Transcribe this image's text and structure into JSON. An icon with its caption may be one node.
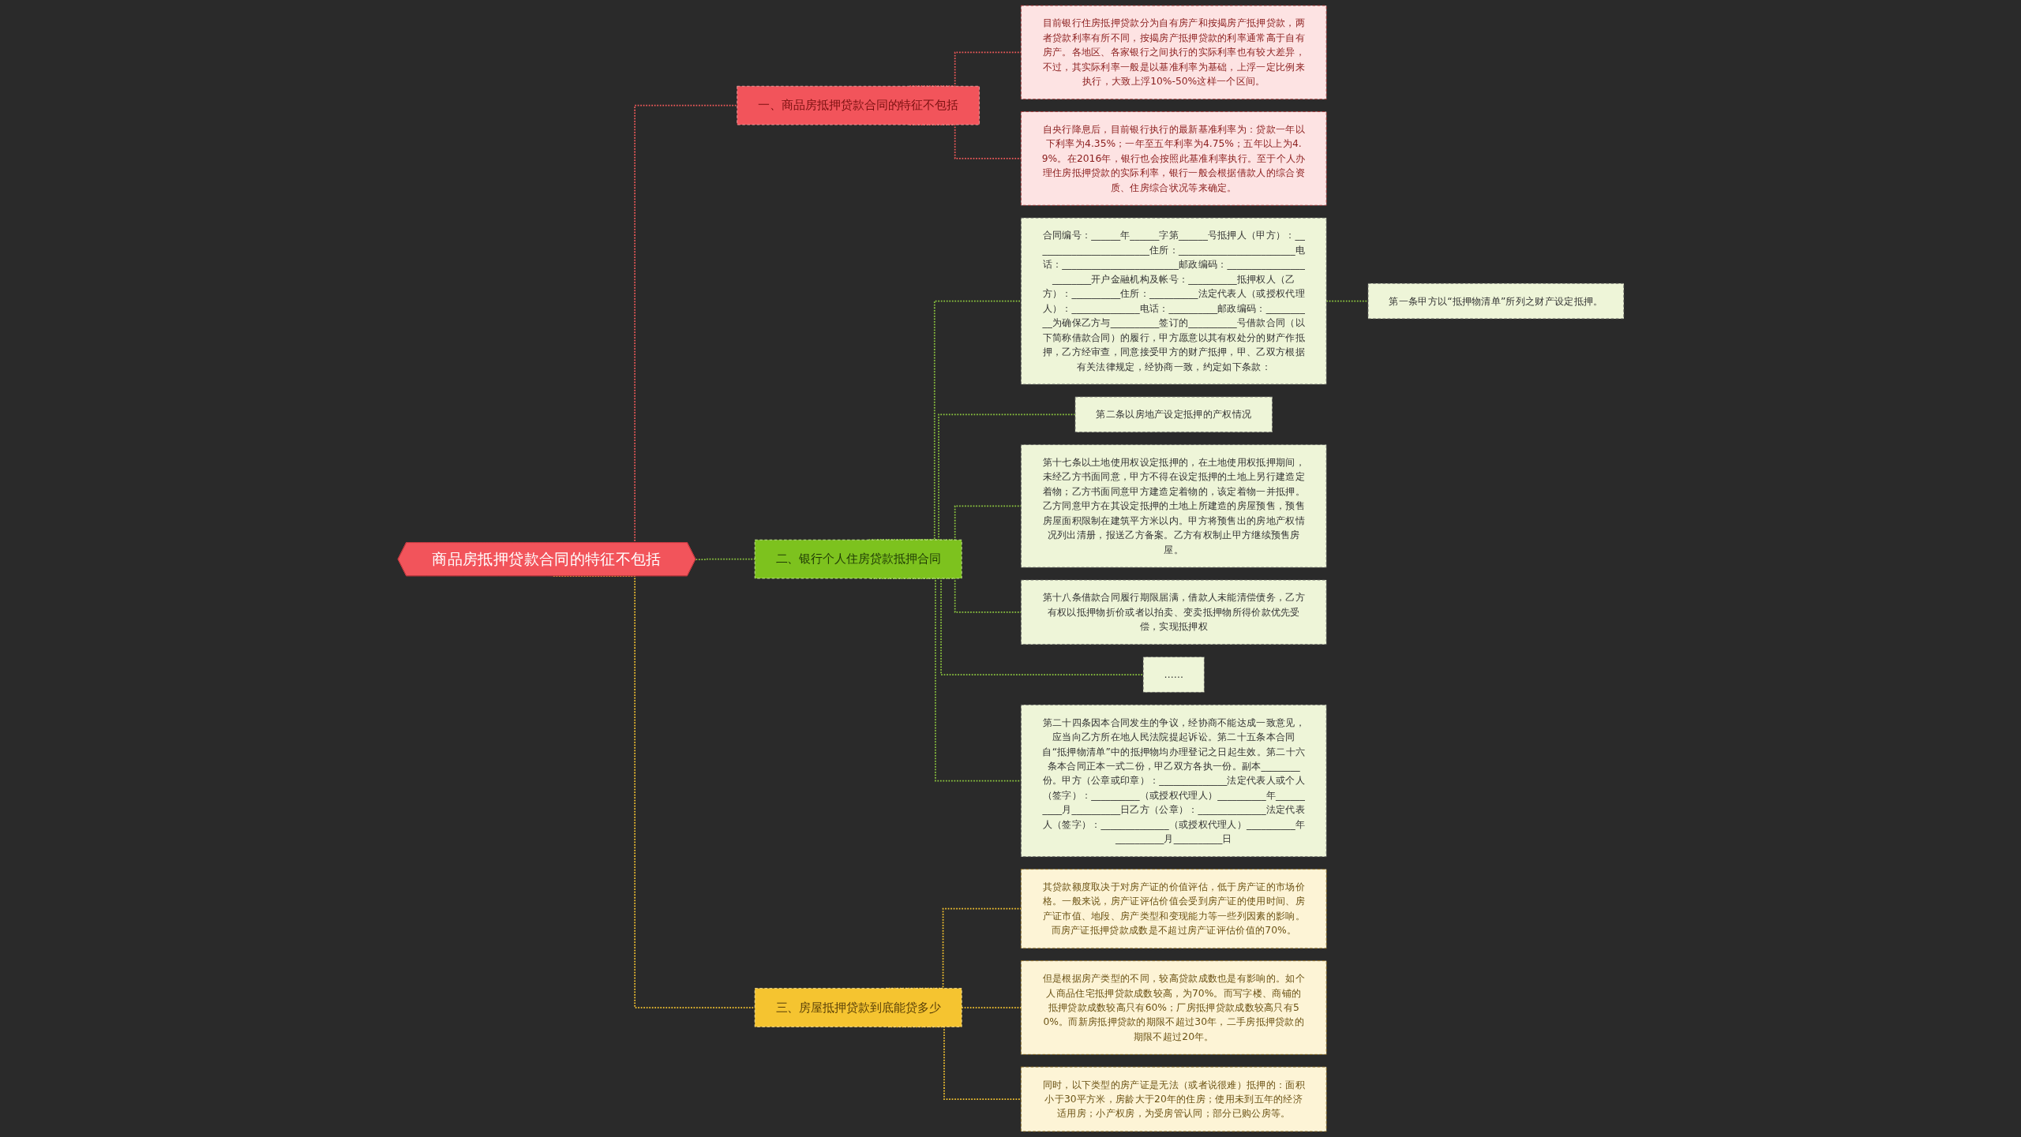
{
  "diagram": {
    "nodes": [
      {
        "text": [
          "商品房抵押贷款合同的特征不包括"
        ]
      },
      {
        "text": [
          "一、商品房抵押贷款合同的特征不包括"
        ]
      },
      {
        "text": [
          "目前银行住房抵押贷款分为自有房产和按揭房产抵押贷款，两者贷款利率有所不同，按揭房产抵押贷款的利率通常高于自有房产。各地区、各家银行之间执行的实际利率也有较大差异，不过，其实际利率一般是以基准利率为基础，上浮一定比例来执行，大致上浮10%-50%这样一个区间。"
        ]
      },
      {
        "text": [
          "自央行降息后，目前银行执行的最新基准利率为：贷款一年以下利率为4.35%；一年至五年利率为4.75%；五年以上为4.9%。在2016年，银行也会按照此基准利率执行。至于个人办理住房抵押贷款的实际利率，银行一般会根据借款人的综合资质、住房综合状况等来确定。"
        ]
      },
      {
        "text": [
          "二、银行个人住房贷款抵押合同"
        ]
      },
      {
        "text": [
          "合同编号：______年______字第______号抵押人（甲方）：________________________住所：________________________电话：________________________邮政编码：________________________开户金融机构及帐号：__________抵押权人（乙方）：__________住所：__________法定代表人（或授权代理人）：______________电话：__________邮政编码：__________为确保乙方与__________签订的__________号借款合同（以下简称借款合同）的履行，甲方愿意以其有权处分的财产作抵押，乙方经审查，同意接受甲方的财产抵押，甲、乙双方根据有关法律规定，经协商一致，约定如下条款："
        ]
      },
      {
        "text": [
          "第一条甲方以“抵押物清单”所列之财产设定抵押。"
        ]
      },
      {
        "text": [
          "第二条以房地产设定抵押的产权情况"
        ]
      },
      {
        "text": [
          "第十七条以土地使用权设定抵押的，在土地使用权抵押期间，未经乙方书面同意，甲方不得在设定抵押的土地上另行建造定着物；乙方书面同意甲方建造定着物的，该定着物一并抵押。乙方同意甲方在其设定抵押的土地上所建造的房屋预售，预售房屋面积限制在建筑平方米以内。甲方将预售出的房地产权情况列出清册，报送乙方备案。乙方有权制止甲方继续预售房屋。"
        ]
      },
      {
        "text": [
          "第十八条借款合同履行期限届满，借款人未能清偿债务，乙方有权以抵押物折价或者以拍卖、变卖抵押物所得价款优先受偿，实现抵押权"
        ]
      },
      {
        "text": [
          "……"
        ]
      },
      {
        "text": [
          "第二十四条因本合同发生的争议，经协商不能达成一致意见，应当向乙方所在地人民法院提起诉讼。第二十五条本合同自“抵押物清单”中的抵押物均办理登记之日起生效。第二十六条本合同正本一式二份，甲乙双方各执一份。副本________份。甲方（公章或印章）：______________法定代表人或个人（签字）：__________（或授权代理人）__________年__________月__________日乙方（公章）：______________法定代表人（签字）：______________（或授权代理人）__________年__________月__________日"
        ]
      },
      {
        "text": [
          "三、房屋抵押贷款到底能贷多少"
        ]
      },
      {
        "text": [
          "其贷款额度取决于对房产证的价值评估，低于房产证的市场价格。一般来说，房产证评估价值会受到房产证的使用时间、房产证市值、地段、房产类型和变现能力等一些列因素的影响。而房产证抵押贷款成数是不超过房产证评估价值的70%。"
        ]
      },
      {
        "text": [
          "但是根据房产类型的不同，较高贷款成数也是有影响的。如个人商品住宅抵押贷款成数较高，为70%。而写字楼、商铺的抵押贷款成数较高只有60%；厂房抵押贷款成数较高只有50%。而新房抵押贷款的期限不超过30年，二手房抵押贷款的期限不超过20年。"
        ]
      },
      {
        "text": [
          "同时，以下类型的房产证是无法（或者说很难）抵押的：面积小于30平方米，房龄大于20年的住房；使用未到五年的经济适用房；小产权房，为受房管认同；部分已购公房等。"
        ]
      }
    ],
    "edges": [
      {
        "from": 0,
        "to": 1,
        "arrow": "none",
        "style": "dashed",
        "color": "#f05a5a"
      },
      {
        "from": 1,
        "to": 2,
        "arrow": "none",
        "style": "dashed",
        "color": "#f05a5a"
      },
      {
        "from": 1,
        "to": 3,
        "arrow": "none",
        "style": "dashed",
        "color": "#f05a5a"
      },
      {
        "from": 0,
        "to": 4,
        "arrow": "none",
        "style": "dashed"
      },
      {
        "from": 4,
        "to": 5,
        "arrow": "none",
        "style": "dashed"
      },
      {
        "from": 5,
        "to": 6,
        "arrow": "none",
        "style": "dashed"
      },
      {
        "from": 4,
        "to": 7,
        "arrow": "none",
        "style": "dashed"
      },
      {
        "from": 4,
        "to": 8,
        "arrow": "none",
        "style": "dashed"
      },
      {
        "from": 4,
        "to": 9,
        "arrow": "none",
        "style": "dashed"
      },
      {
        "from": 4,
        "to": 10,
        "arrow": "none",
        "style": "dashed"
      },
      {
        "from": 4,
        "to": 11,
        "arrow": "none",
        "style": "dashed"
      },
      {
        "from": 0,
        "to": 12,
        "arrow": "none",
        "style": "dashed",
        "color": "#f5c430"
      },
      {
        "from": 12,
        "to": 13,
        "arrow": "none",
        "style": "dashed",
        "color": "#f5c430"
      },
      {
        "from": 12,
        "to": 14,
        "arrow": "none",
        "style": "dashed",
        "color": "#f5c430"
      },
      {
        "from": 12,
        "to": 15,
        "arrow": "none",
        "style": "dashed",
        "color": "#f5c430"
      }
    ]
  }
}
